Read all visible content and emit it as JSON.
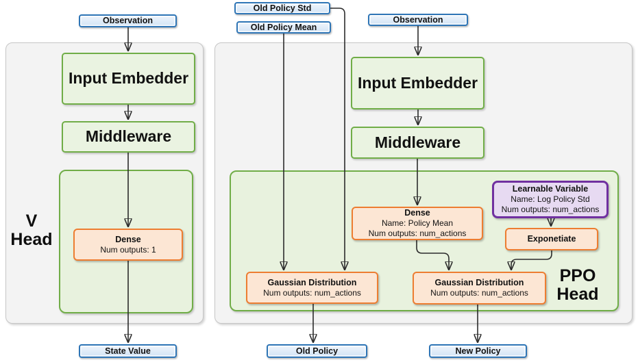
{
  "v_head": {
    "label_line1": "V",
    "label_line2": "Head",
    "observation": "Observation",
    "input_embedder": "Input Embedder",
    "middleware": "Middleware",
    "dense_title": "Dense",
    "dense_outputs": "Num outputs: 1",
    "state_value": "State Value"
  },
  "ppo_head": {
    "label_line1": "PPO",
    "label_line2": "Head",
    "old_policy_std": "Old Policy Std",
    "old_policy_mean": "Old Policy Mean",
    "observation": "Observation",
    "input_embedder": "Input Embedder",
    "middleware": "Middleware",
    "dense_title": "Dense",
    "dense_name": "Name: Policy Mean",
    "dense_outputs": "Num outputs: num_actions",
    "learnable_title": "Learnable Variable",
    "learnable_name": "Name: Log Policy Std",
    "learnable_outputs": "Num outputs: num_actions",
    "exponetiate": "Exponetiate",
    "gaussian_old_title": "Gaussian Distribution",
    "gaussian_old_outputs": "Num outputs: num_actions",
    "gaussian_new_title": "Gaussian Distribution",
    "gaussian_new_outputs": "Num outputs: num_actions",
    "old_policy": "Old Policy",
    "new_policy": "New Policy"
  },
  "colors": {
    "green_border": "#70AD47",
    "green_fill": "#EAF3E1",
    "green_panel_fill": "#E8F2DE",
    "orange_border": "#ED7D31",
    "orange_fill": "#FCE6D4",
    "purple_border": "#7030A0",
    "purple_fill": "#E7DAF2",
    "blue_border": "#2E75B6",
    "blue_fill": "#D3E4F5",
    "gray_panel_fill": "#F3F3F3",
    "gray_panel_border": "#C6C6C6",
    "arrow": "#2B2B2B"
  }
}
